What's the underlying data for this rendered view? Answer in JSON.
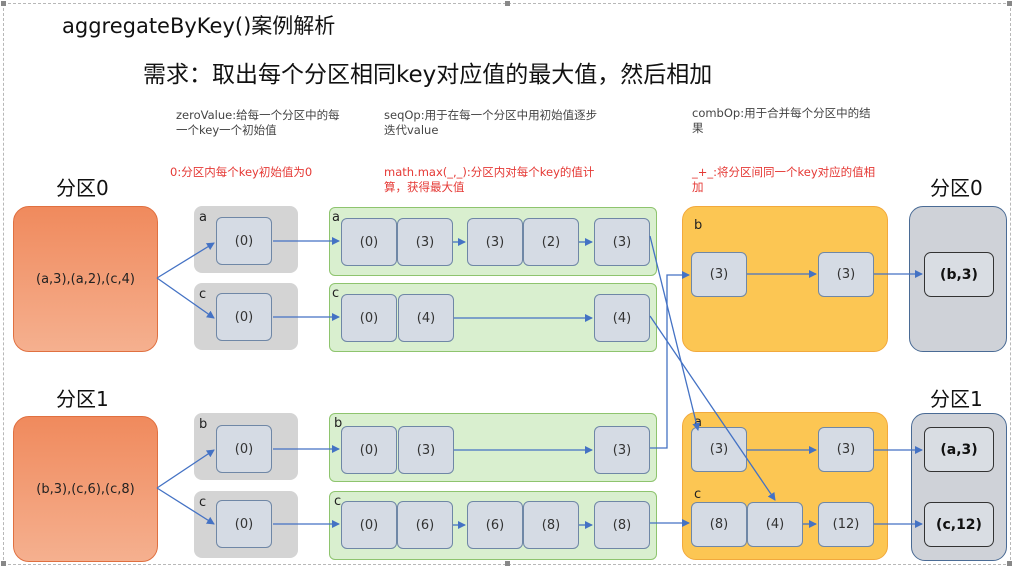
{
  "title": "aggregateByKey()案例解析",
  "subtitle": "需求：取出每个分区相同key对应值的最大值，然后相加",
  "zero_value": {
    "desc": "zeroValue:给每一个分区中的每一个key一个初始值",
    "note": "0:分区内每个key初始值为0"
  },
  "seq_op": {
    "desc": "seqOp:用于在每一个分区中用初始值逐步迭代value",
    "note": "math.max(_,_):分区内对每个key的值计算，获得最大值"
  },
  "comb_op": {
    "desc": "combOp:用于合并每个分区中的结果",
    "note": "_+_:将分区间同一个key对应的值相加"
  },
  "partition0": {
    "label": "分区0",
    "data": "(a,3),(a,2),(c,4)",
    "result_label": "分区0"
  },
  "partition1": {
    "label": "分区1",
    "data": "(b,3),(c,6),(c,8)",
    "result_label": "分区1"
  },
  "keys": {
    "a": "a",
    "b": "b",
    "c": "c"
  },
  "zero_cells": [
    "(0)",
    "(0)",
    "(0)",
    "(0)"
  ],
  "seq": {
    "p0_a": [
      "(0)",
      "(3)",
      "(3)",
      "(2)",
      "(3)"
    ],
    "p0_c": [
      "(0)",
      "(4)",
      "(4)"
    ],
    "p1_b": [
      "(0)",
      "(3)",
      "(3)"
    ],
    "p1_c": [
      "(0)",
      "(6)",
      "(6)",
      "(8)",
      "(8)"
    ]
  },
  "comb": {
    "b": [
      "(3)",
      "(3)"
    ],
    "a": [
      "(3)",
      "(3)"
    ],
    "c": [
      "(8)",
      "(4)",
      "(12)"
    ]
  },
  "results": [
    "(b,3)",
    "(a,3)",
    "(c,12)"
  ]
}
